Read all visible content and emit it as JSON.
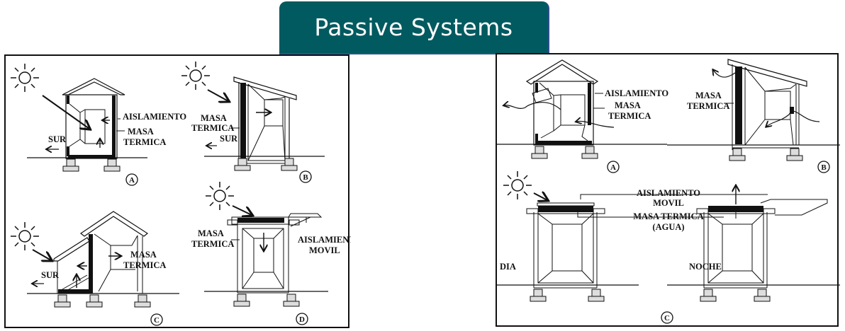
{
  "title": "Passive Systems",
  "left_panel": {
    "diagrams": [
      {
        "id": "A",
        "labels": {
          "insulation": "AISLAMIENTO",
          "mass_line1": "MASA",
          "mass_line2": "TERMICA",
          "south": "SUR"
        }
      },
      {
        "id": "B",
        "labels": {
          "mass_line1": "MASA",
          "mass_line2": "TERMICA",
          "south": "SUR"
        }
      },
      {
        "id": "C",
        "labels": {
          "mass_line1": "MASA",
          "mass_line2": "TERMICA",
          "south": "SUR"
        }
      },
      {
        "id": "D",
        "labels": {
          "mass_line1": "MASA",
          "mass_line2": "TERMICA",
          "insulation_line1": "AISLAMIENTO",
          "insulation_line2": "MOVIL"
        }
      }
    ]
  },
  "right_panel": {
    "diagrams": [
      {
        "id": "A",
        "labels": {
          "insulation": "AISLAMIENTO",
          "mass_line1": "MASA",
          "mass_line2": "TERMICA"
        }
      },
      {
        "id": "B",
        "labels": {
          "mass_line1": "MASA",
          "mass_line2": "TERMICA"
        }
      },
      {
        "id": "C",
        "labels": {
          "insulation_line1": "AISLAMIENTO",
          "insulation_line2": "MOVIL",
          "mass_line1": "MASA TERMICA",
          "mass_line2": "(AGUA)",
          "day": "DIA",
          "night": "NOCHE"
        }
      }
    ]
  }
}
